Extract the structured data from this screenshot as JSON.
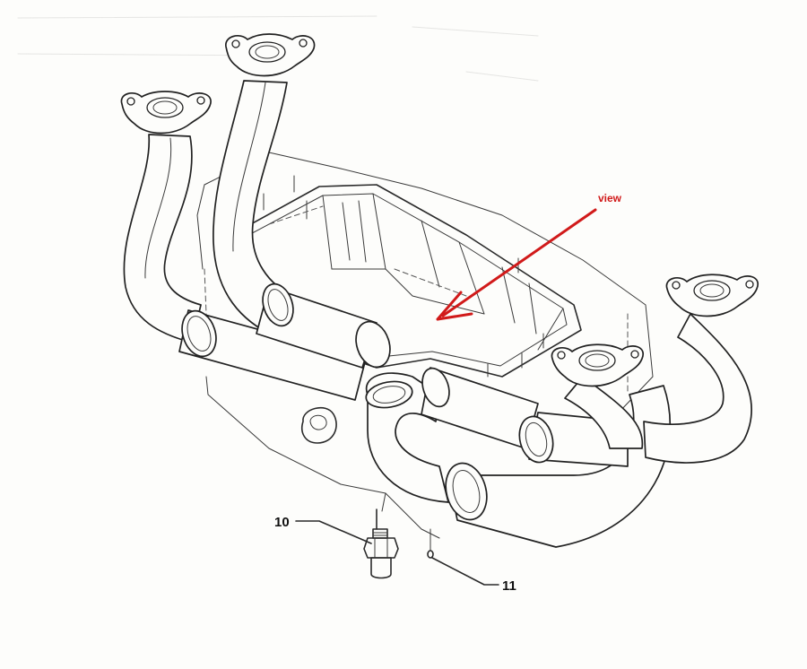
{
  "annotation": {
    "label": "view",
    "color": "#d11a1a"
  },
  "callouts": [
    {
      "number": "10",
      "part": "drain-plug"
    },
    {
      "number": "11",
      "part": "stud"
    }
  ]
}
